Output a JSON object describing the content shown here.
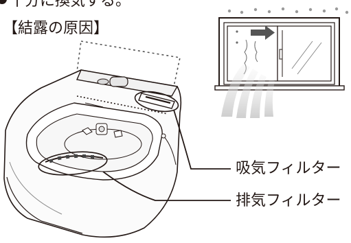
{
  "intro": {
    "bullet_text": "十分に換気する。"
  },
  "section": {
    "heading": "【結露の原因】"
  },
  "figure": {
    "labels": {
      "intake_filter": "吸気フィルター",
      "exhaust_filter": "排気フィルター"
    }
  }
}
